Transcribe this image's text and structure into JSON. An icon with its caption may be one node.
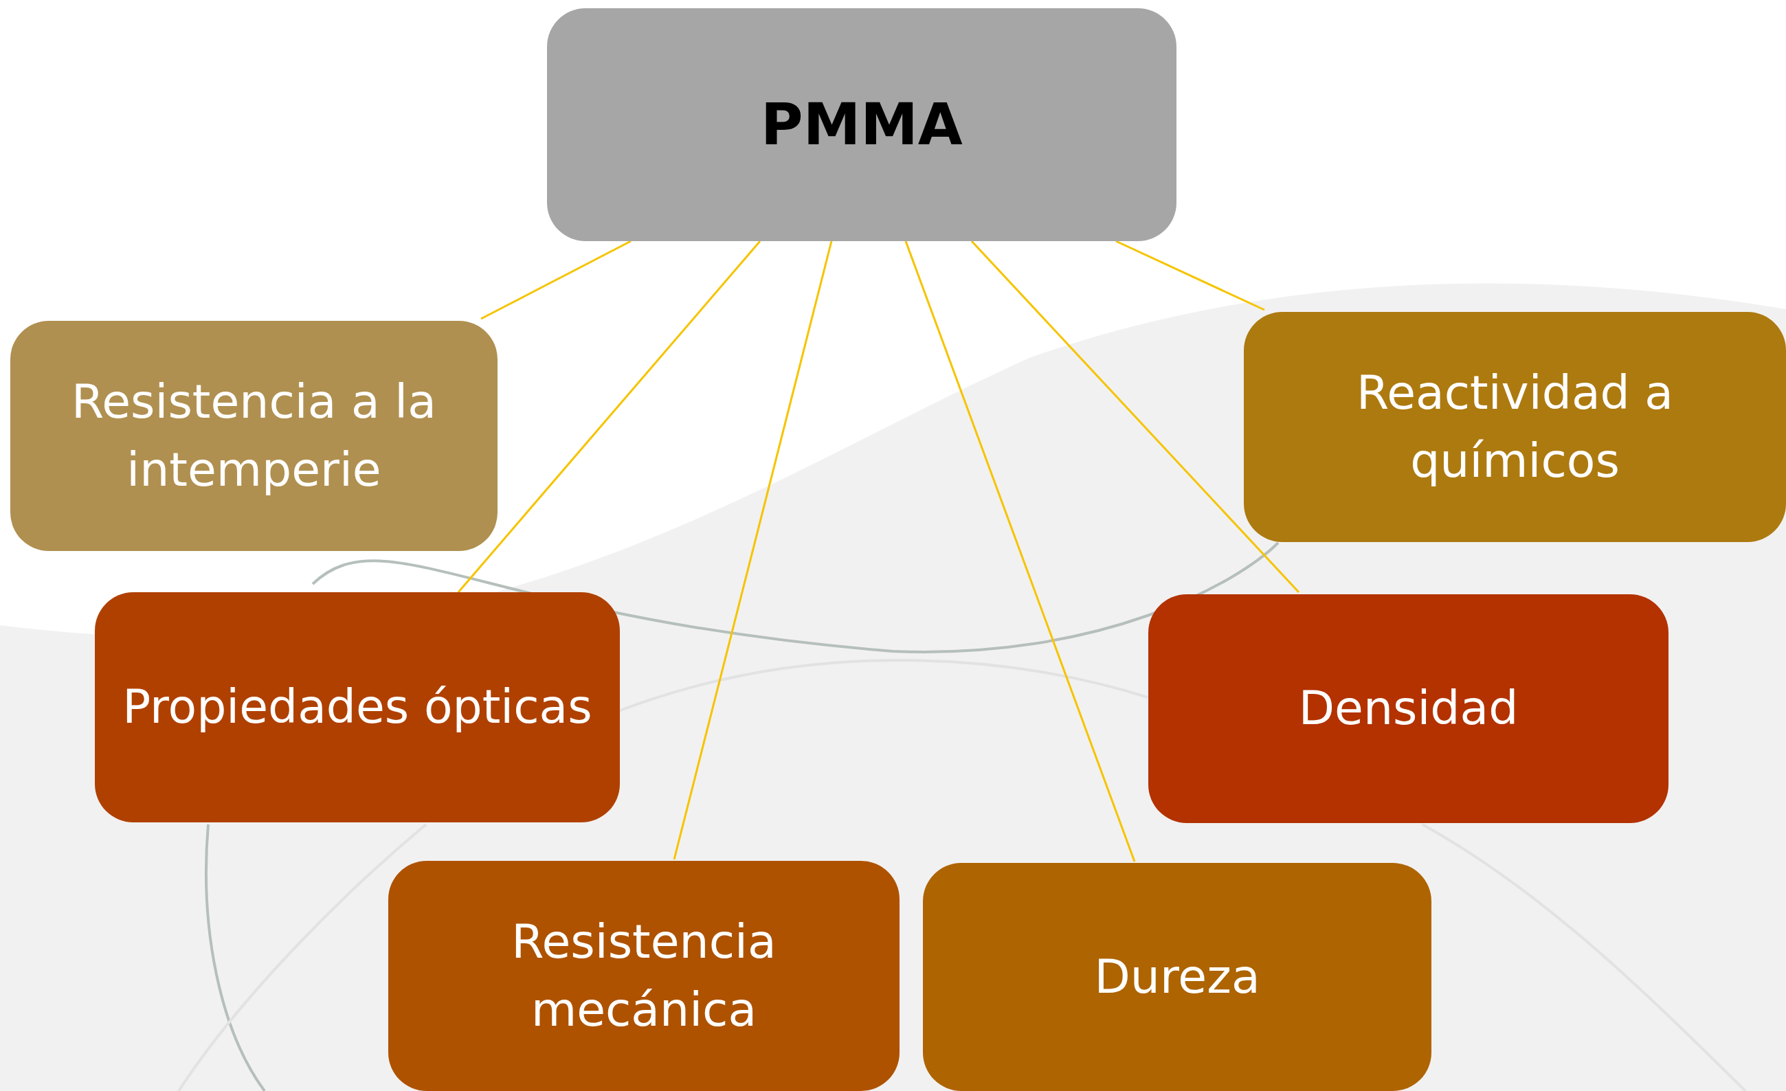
{
  "diagram": {
    "nodes": [
      {
        "text": [
          "PMMA"
        ]
      },
      {
        "text": [
          "Resistencia a la intemperie"
        ]
      },
      {
        "text": [
          "Reactividad a químicos"
        ]
      },
      {
        "text": [
          "Propiedades ópticas"
        ]
      },
      {
        "text": [
          "Densidad"
        ]
      },
      {
        "text": [
          "Resistencia mecánica"
        ]
      },
      {
        "text": [
          "Dureza"
        ]
      }
    ],
    "edges": [
      {
        "from": 0,
        "to": 1,
        "arrow": "none"
      },
      {
        "from": 0,
        "to": 3,
        "arrow": "none"
      },
      {
        "from": 0,
        "to": 5,
        "arrow": "none"
      },
      {
        "from": 0,
        "to": 6,
        "arrow": "none"
      },
      {
        "from": 0,
        "to": 4,
        "arrow": "none"
      },
      {
        "from": 0,
        "to": 2,
        "arrow": "none"
      }
    ]
  }
}
